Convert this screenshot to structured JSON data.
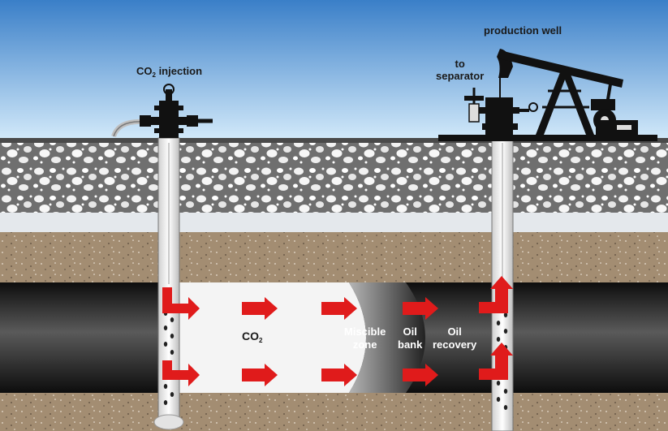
{
  "labels": {
    "injection_prefix": "CO",
    "injection_sub": "2",
    "injection_suffix": " injection",
    "production_well": "production well",
    "to": "to",
    "separator": "separator",
    "co2_main": "CO",
    "co2_sub": "2",
    "miscible_line1": "Miscible",
    "miscible_line2": "zone",
    "oil_bank_line1": "Oil",
    "oil_bank_line2": "bank",
    "oil_recovery_line1": "Oil",
    "oil_recovery_line2": "recovery"
  },
  "colors": {
    "sky_top": "#3a7fc8",
    "sky_bottom": "#d6ecfb",
    "gravel_base": "#7c7c7c",
    "sand": "#a08a70",
    "reservoir": "#1c1c1c",
    "co2_front": "#f2f2f2",
    "arrow": "#e01b1b",
    "well_casing": "#e9e9e9"
  },
  "icons": [
    "injection-wellhead-icon",
    "pumpjack-icon",
    "flow-arrow-icon"
  ]
}
